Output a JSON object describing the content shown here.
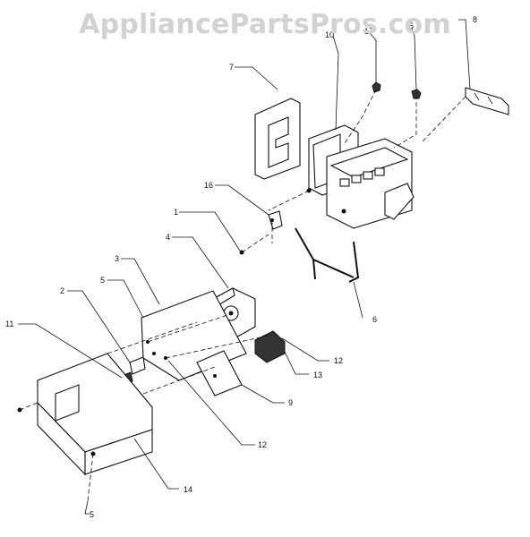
{
  "watermark": "AppliancePartsPros.com",
  "parts": [
    {
      "id": "p1",
      "label": "1"
    },
    {
      "id": "p2",
      "label": "2"
    },
    {
      "id": "p3",
      "label": "3"
    },
    {
      "id": "p4",
      "label": "4"
    },
    {
      "id": "p5a",
      "label": "5"
    },
    {
      "id": "p5b",
      "label": "5"
    },
    {
      "id": "p5c",
      "label": "5"
    },
    {
      "id": "p6",
      "label": "6"
    },
    {
      "id": "p7",
      "label": "7"
    },
    {
      "id": "p8",
      "label": "8"
    },
    {
      "id": "p9",
      "label": "9"
    },
    {
      "id": "p10",
      "label": "10"
    },
    {
      "id": "p11",
      "label": "11"
    },
    {
      "id": "p12a",
      "label": "12"
    },
    {
      "id": "p12b",
      "label": "12"
    },
    {
      "id": "p13",
      "label": "13"
    },
    {
      "id": "p14",
      "label": "14"
    },
    {
      "id": "p16",
      "label": "16"
    },
    {
      "id": "p17",
      "label": "17"
    }
  ]
}
